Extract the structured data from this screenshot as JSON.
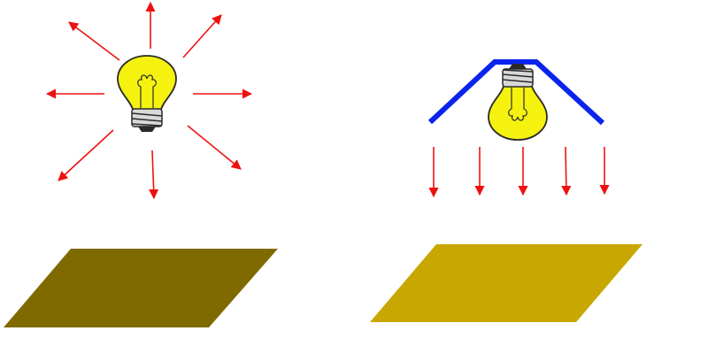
{
  "colors": {
    "background": "#ffffff",
    "ray": "#ee1111",
    "reflector": "#0a24ee",
    "bulb_glass": "#f5f20f",
    "bulb_outline": "#2a2a2a",
    "bulb_base": "#d9d9d9",
    "floor_left": "#7f6a00",
    "floor_right": "#c8a800"
  },
  "panels": [
    {
      "name": "bare-bulb",
      "icons": [
        "light-bulb-icon"
      ],
      "ray_direction": "radial",
      "ray_count": 8,
      "floor_color_key": "floor_left"
    },
    {
      "name": "bulb-with-reflector",
      "icons": [
        "reflector-icon",
        "light-bulb-icon"
      ],
      "ray_direction": "downward",
      "ray_count": 5,
      "floor_color_key": "floor_right"
    }
  ]
}
